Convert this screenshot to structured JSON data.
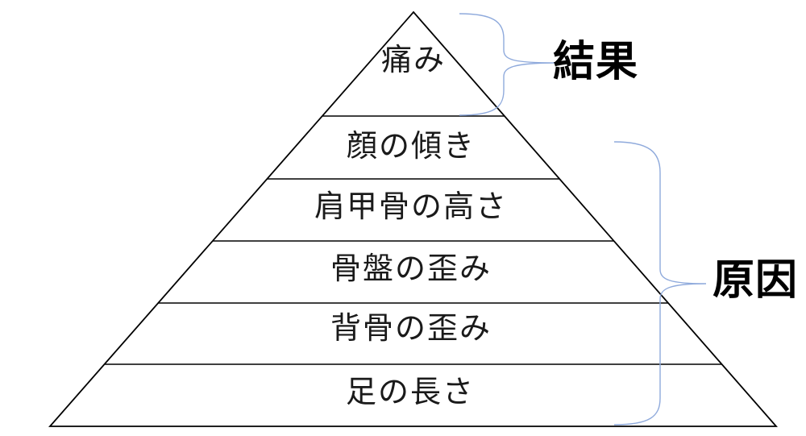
{
  "pyramid": {
    "type": "layered-pyramid",
    "layers": [
      {
        "label": "痛み"
      },
      {
        "label": "顔の傾き"
      },
      {
        "label": "肩甲骨の高さ"
      },
      {
        "label": "骨盤の歪み"
      },
      {
        "label": "背骨の歪み"
      },
      {
        "label": "足の長さ"
      }
    ]
  },
  "annotations": {
    "result": {
      "label": "結果",
      "covers_layers": [
        1
      ]
    },
    "cause": {
      "label": "原因",
      "covers_layers": [
        2,
        3,
        4,
        5,
        6
      ]
    }
  },
  "colors": {
    "outline": "#000000",
    "brace": "#8FAADC",
    "text": "#1a1a1a",
    "annotation_text": "#000000",
    "background": "#FFFFFF"
  }
}
